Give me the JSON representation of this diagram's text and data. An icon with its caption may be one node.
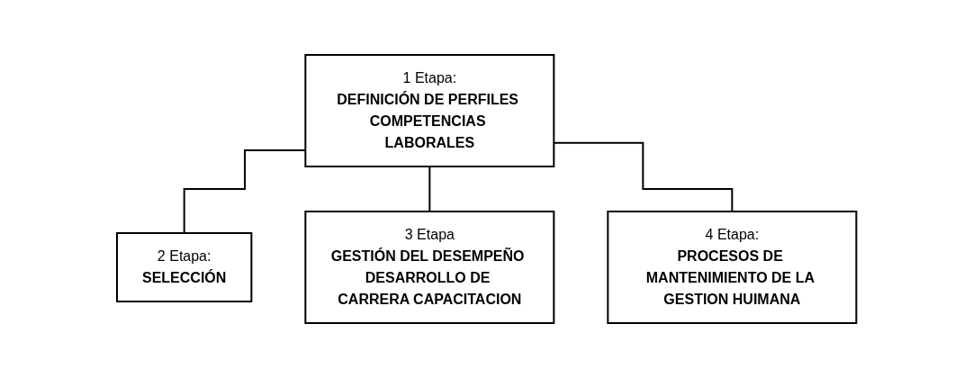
{
  "diagram": {
    "nodes": [
      {
        "text": [
          "1 Etapa:",
          "DEFINICIÓN DE PERFILES COMPETENCIAS LABORALES"
        ]
      },
      {
        "text": [
          "2 Etapa:",
          "SELECCIÓN"
        ]
      },
      {
        "text": [
          "3 Etapa",
          "GESTIÓN DEL DESEMPEÑO DESARROLLO DE CARRERA CAPACITACION"
        ]
      },
      {
        "text": [
          "4 Etapa:",
          "PROCESOS DE MANTENIMIENTO DE LA GESTION HUIMANA"
        ]
      }
    ],
    "edges": [
      {
        "from": 0,
        "to": 1,
        "arrow": "none"
      },
      {
        "from": 0,
        "to": 2,
        "arrow": "none"
      },
      {
        "from": 0,
        "to": 3,
        "arrow": "none"
      }
    ]
  }
}
